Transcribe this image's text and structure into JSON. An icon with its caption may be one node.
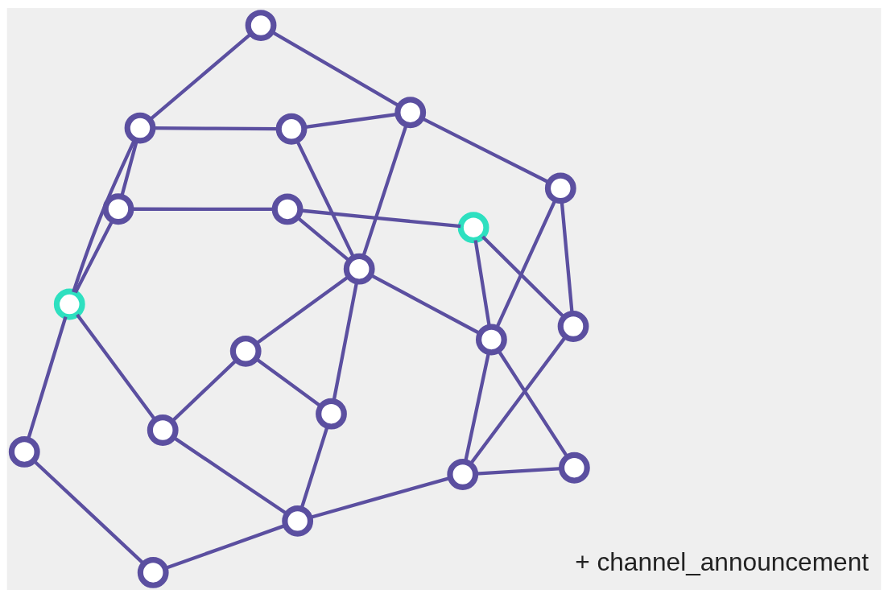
{
  "diagram": {
    "nodes": [
      {
        "text": [],
        "shape": "circle"
      },
      {
        "text": [],
        "shape": "circle"
      },
      {
        "text": [],
        "shape": "circle"
      },
      {
        "text": [],
        "shape": "circle"
      },
      {
        "text": [],
        "shape": "circle"
      },
      {
        "text": [],
        "shape": "circle"
      },
      {
        "text": [],
        "shape": "circle"
      },
      {
        "text": [],
        "shape": "circle"
      },
      {
        "text": [],
        "shape": "circle"
      },
      {
        "text": [],
        "shape": "circle"
      },
      {
        "text": [],
        "shape": "circle"
      },
      {
        "text": [],
        "shape": "circle"
      },
      {
        "text": [],
        "shape": "circle"
      },
      {
        "text": [],
        "shape": "circle"
      },
      {
        "text": [],
        "shape": "circle"
      },
      {
        "text": [],
        "shape": "circle"
      },
      {
        "text": [],
        "shape": "circle"
      },
      {
        "text": [],
        "shape": "circle"
      },
      {
        "text": [],
        "shape": "circle"
      },
      {
        "text": [],
        "shape": "circle"
      }
    ],
    "edges": [
      {
        "from": 0,
        "to": 1,
        "arrow": "none"
      },
      {
        "from": 0,
        "to": 3,
        "arrow": "none"
      },
      {
        "from": 1,
        "to": 2,
        "arrow": "none"
      },
      {
        "from": 1,
        "to": 3,
        "arrow": "none"
      },
      {
        "from": 1,
        "to": 7,
        "arrow": "none"
      },
      {
        "from": 1,
        "to": 10,
        "arrow": "none"
      },
      {
        "from": 2,
        "to": 5,
        "arrow": "none"
      },
      {
        "from": 2,
        "to": 15,
        "arrow": "none"
      },
      {
        "from": 3,
        "to": 4,
        "arrow": "none"
      },
      {
        "from": 3,
        "to": 5,
        "arrow": "none"
      },
      {
        "from": 4,
        "to": 9,
        "arrow": "none"
      },
      {
        "from": 4,
        "to": 6,
        "arrow": "none"
      },
      {
        "from": 4,
        "to": 12,
        "arrow": "none"
      },
      {
        "from": 6,
        "to": 7,
        "arrow": "none"
      },
      {
        "from": 6,
        "to": 11,
        "arrow": "none"
      },
      {
        "from": 7,
        "to": 11,
        "arrow": "none"
      },
      {
        "from": 7,
        "to": 13,
        "arrow": "none"
      },
      {
        "from": 7,
        "to": 14,
        "arrow": "none"
      },
      {
        "from": 7,
        "to": 15,
        "arrow": "none"
      },
      {
        "from": 8,
        "to": 9,
        "arrow": "none"
      },
      {
        "from": 8,
        "to": 16,
        "arrow": "none"
      },
      {
        "from": 5,
        "to": 10,
        "arrow": "none"
      },
      {
        "from": 10,
        "to": 14,
        "arrow": "none"
      },
      {
        "from": 11,
        "to": 12,
        "arrow": "none"
      },
      {
        "from": 12,
        "to": 16,
        "arrow": "none"
      },
      {
        "from": 13,
        "to": 14,
        "arrow": "none"
      },
      {
        "from": 13,
        "to": 17,
        "arrow": "none"
      },
      {
        "from": 14,
        "to": 18,
        "arrow": "none"
      },
      {
        "from": 16,
        "to": 17,
        "arrow": "none"
      },
      {
        "from": 17,
        "to": 18,
        "arrow": "none"
      },
      {
        "from": 17,
        "to": 19,
        "arrow": "none"
      },
      {
        "from": 16,
        "to": 19,
        "arrow": "none"
      },
      {
        "from": 15,
        "to": 19,
        "arrow": "none"
      }
    ],
    "labels": [
      "+ channel_announcement"
    ]
  }
}
